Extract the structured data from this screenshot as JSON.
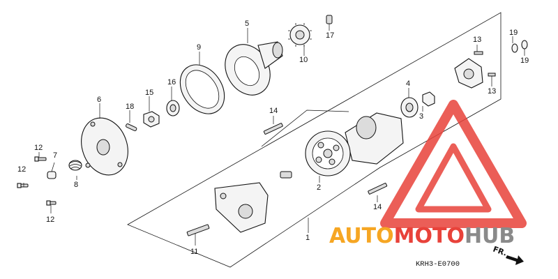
{
  "diagram": {
    "callouts": {
      "c1": "1",
      "c2": "2",
      "c3": "3",
      "c4": "4",
      "c5": "5",
      "c6": "6",
      "c7": "7",
      "c8": "8",
      "c9": "9",
      "c10": "10",
      "c11": "11",
      "c12a": "12",
      "c12b": "12",
      "c12c": "12",
      "c13a": "13",
      "c13b": "13",
      "c14a": "14",
      "c14b": "14",
      "c15": "15",
      "c16": "16",
      "c17": "17",
      "c18": "18",
      "c19a": "19",
      "c19b": "19"
    },
    "diagram_code": "KRH3-E0700",
    "direction_label": "FR."
  },
  "watermark": {
    "text_part1": "AUTO",
    "text_part2": "MOTO",
    "text_part3": "HUB",
    "colors": {
      "red": "#e8423a",
      "orange": "#f6a623",
      "gray": "#8a8a8a"
    }
  }
}
